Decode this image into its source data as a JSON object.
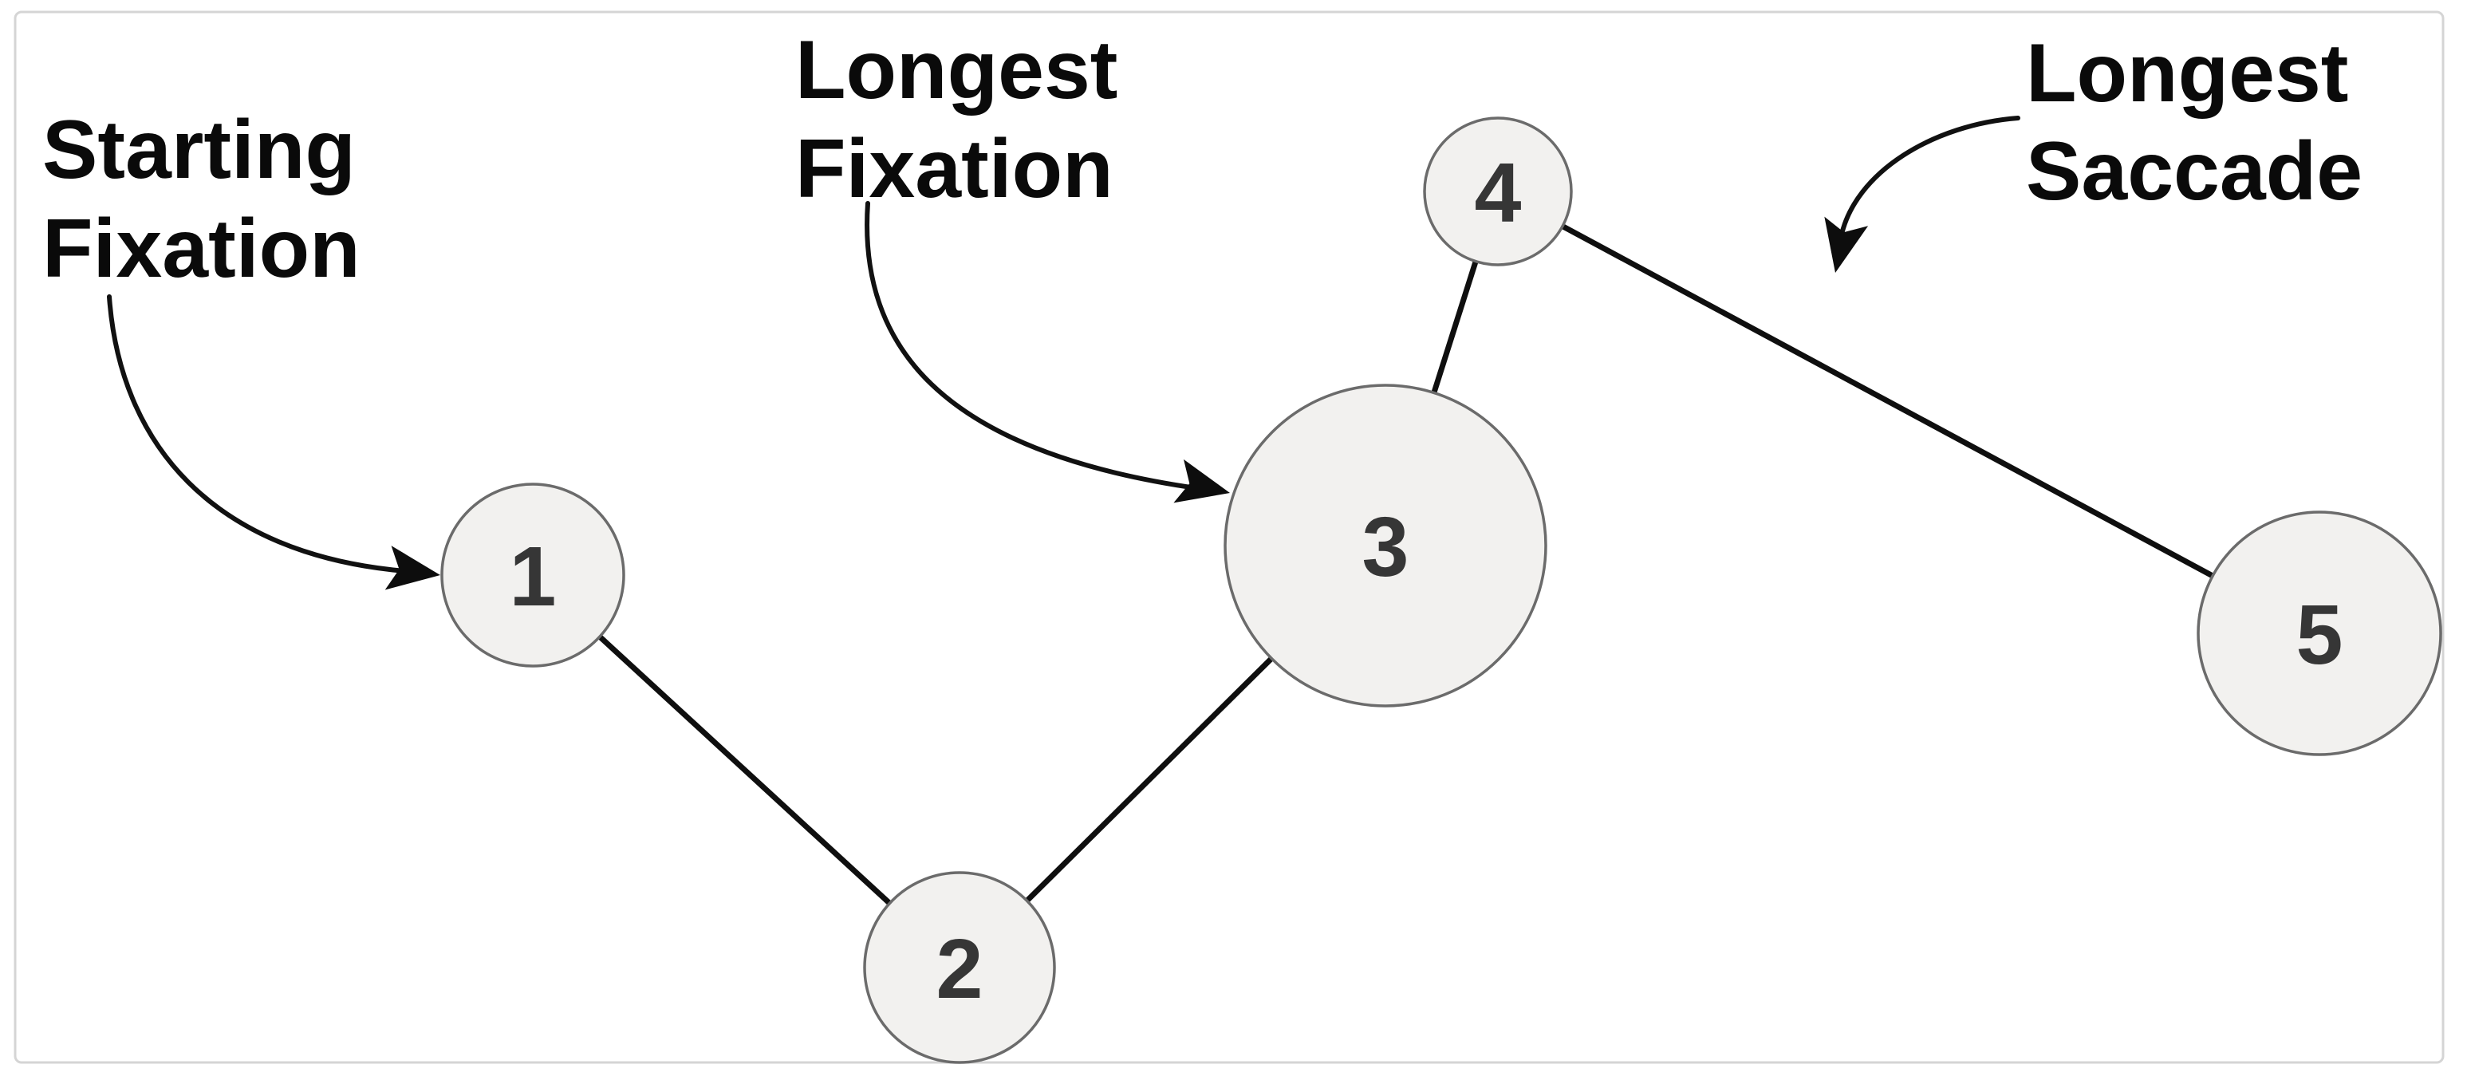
{
  "diagram": {
    "type": "eye-tracking-scanpath",
    "colors": {
      "background": "#ffffff",
      "frame_border": "#d5d5d5",
      "node_fill": "#f2f1ef",
      "node_border": "#6b6b6b",
      "node_number": "#363636",
      "saccade_line": "#0f0f0f",
      "annotation_text": "#0a0a0a"
    },
    "nodes": [
      {
        "label": "1"
      },
      {
        "label": "2"
      },
      {
        "label": "3"
      },
      {
        "label": "4"
      },
      {
        "label": "5"
      }
    ],
    "edges": [
      {
        "from": "1",
        "to": "2"
      },
      {
        "from": "2",
        "to": "3"
      },
      {
        "from": "3",
        "to": "4"
      },
      {
        "from": "4",
        "to": "5"
      }
    ],
    "annotations": [
      {
        "line1": "Starting",
        "line2": "Fixation",
        "points_to": "fixation-1"
      },
      {
        "line1": "Longest",
        "line2": "Fixation",
        "points_to": "fixation-3"
      },
      {
        "line1": "Longest",
        "line2": "Saccade",
        "points_to": "saccade-4-5"
      }
    ]
  }
}
